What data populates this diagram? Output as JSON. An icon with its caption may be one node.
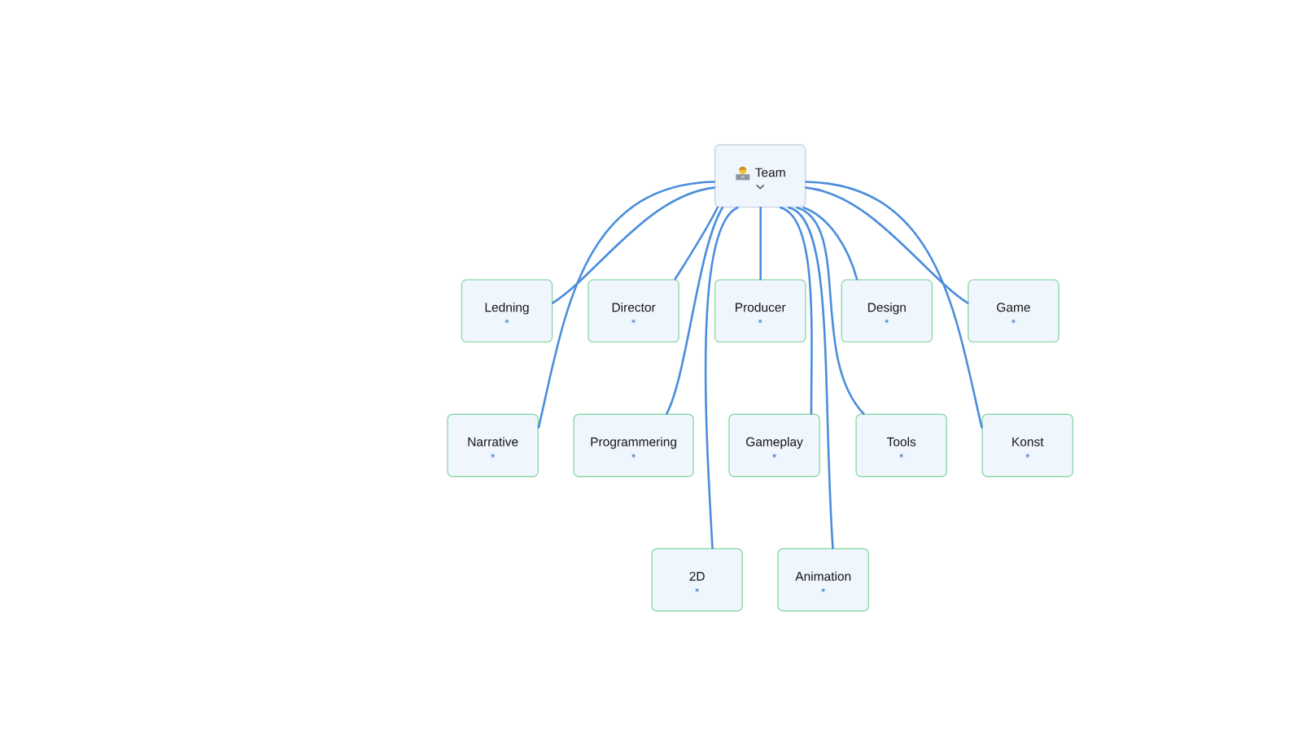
{
  "diagram": {
    "nodes": [
      {
        "text": [
          "Team"
        ]
      },
      {
        "text": [
          "Ledning"
        ]
      },
      {
        "text": [
          "Director"
        ]
      },
      {
        "text": [
          "Producer"
        ]
      },
      {
        "text": [
          "Design"
        ]
      },
      {
        "text": [
          "Game"
        ]
      },
      {
        "text": [
          "Narrative"
        ]
      },
      {
        "text": [
          "Programmering"
        ]
      },
      {
        "text": [
          "Gameplay"
        ]
      },
      {
        "text": [
          "Tools"
        ]
      },
      {
        "text": [
          "Konst"
        ]
      },
      {
        "text": [
          "2D"
        ]
      },
      {
        "text": [
          "Animation"
        ]
      }
    ],
    "edges": [
      {
        "from": 0,
        "to": 1,
        "arrow": "none"
      },
      {
        "from": 0,
        "to": 2,
        "arrow": "none"
      },
      {
        "from": 0,
        "to": 3,
        "arrow": "none"
      },
      {
        "from": 0,
        "to": 4,
        "arrow": "none"
      },
      {
        "from": 0,
        "to": 5,
        "arrow": "none"
      },
      {
        "from": 0,
        "to": 6,
        "arrow": "none"
      },
      {
        "from": 0,
        "to": 7,
        "arrow": "none"
      },
      {
        "from": 0,
        "to": 8,
        "arrow": "none"
      },
      {
        "from": 0,
        "to": 9,
        "arrow": "none"
      },
      {
        "from": 0,
        "to": 10,
        "arrow": "none"
      },
      {
        "from": 0,
        "to": 11,
        "arrow": "none"
      },
      {
        "from": 0,
        "to": 12,
        "arrow": "none"
      }
    ]
  }
}
